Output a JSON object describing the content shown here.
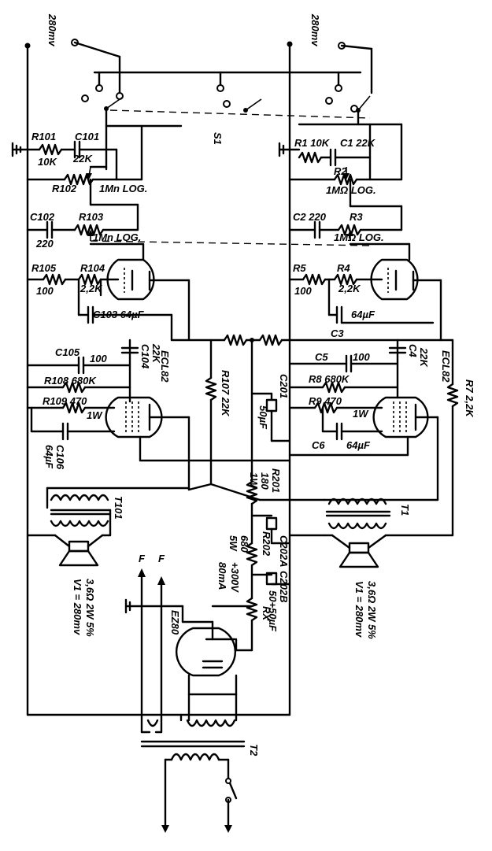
{
  "schematic": {
    "labels": {
      "left_rail": "280mv",
      "right_rail": "280mv",
      "switch": "S1",
      "r101": "R101",
      "r101_val": "10K",
      "c101": "C101",
      "c101_val": "22K",
      "r102": "R102",
      "r102_val": "1Mn LOG.",
      "c102": "C102",
      "c102_val": "220",
      "r103": "R103",
      "r103_val": "1Mn LOG.",
      "r105": "R105",
      "r105_val": "100",
      "r104": "R104",
      "r104_val": "2,2K",
      "c103": "C103 64µF",
      "c105": "C105",
      "c105_val": "100",
      "c104": "C104",
      "c104_val": "22K",
      "ecl82_left": "ECL82",
      "r107": "R107 22K",
      "r108": "R108 680K",
      "r109": "R109 470",
      "r109_watt": "1W",
      "c106": "C106",
      "c106_val": "64µF",
      "t101": "T101",
      "spk_left_1": "3,6Ω 2W 5%",
      "spk_left_2": "V1 = 280mv",
      "f1": "F",
      "f2": "F",
      "r1": "R1 10K",
      "c1": "C1 22K",
      "r2": "R2",
      "r2_val": "1MΩ LOG.",
      "c2": "C2 220",
      "r3": "R3",
      "r3_val": "1MΩ LOG.",
      "r5": "R5",
      "r5_val": "100",
      "r4": "R4",
      "r4_val": "2,2K",
      "c3": "C3",
      "c3_val": "64µF",
      "c5": "C5",
      "c5_val": "100",
      "c4": "C4",
      "c4_val": "22K",
      "ecl82_right": "ECL82",
      "r7": "R7 2,2K",
      "r8": "R8 680K",
      "r9": "R9 470",
      "r9_watt": "1W",
      "c6": "C6",
      "c6_val": "64µF",
      "t1": "T1",
      "spk_right_1": "3,6Ω 2W 5%",
      "spk_right_2": "V1 = 280mv",
      "c201": "C201",
      "c201_val": "50µF",
      "r201": "R201",
      "r201_val": "180",
      "r201_watt": "1W",
      "r202": "R202",
      "r202_val": "680",
      "r202_watt": "5W",
      "hv": "+300V",
      "hv_ma": "80mA",
      "c202a": "C202A",
      "c202b": "C202B",
      "c202b_val": "50+50µF",
      "rx": "RX",
      "ez80": "EZ80",
      "t2": "T2"
    }
  }
}
